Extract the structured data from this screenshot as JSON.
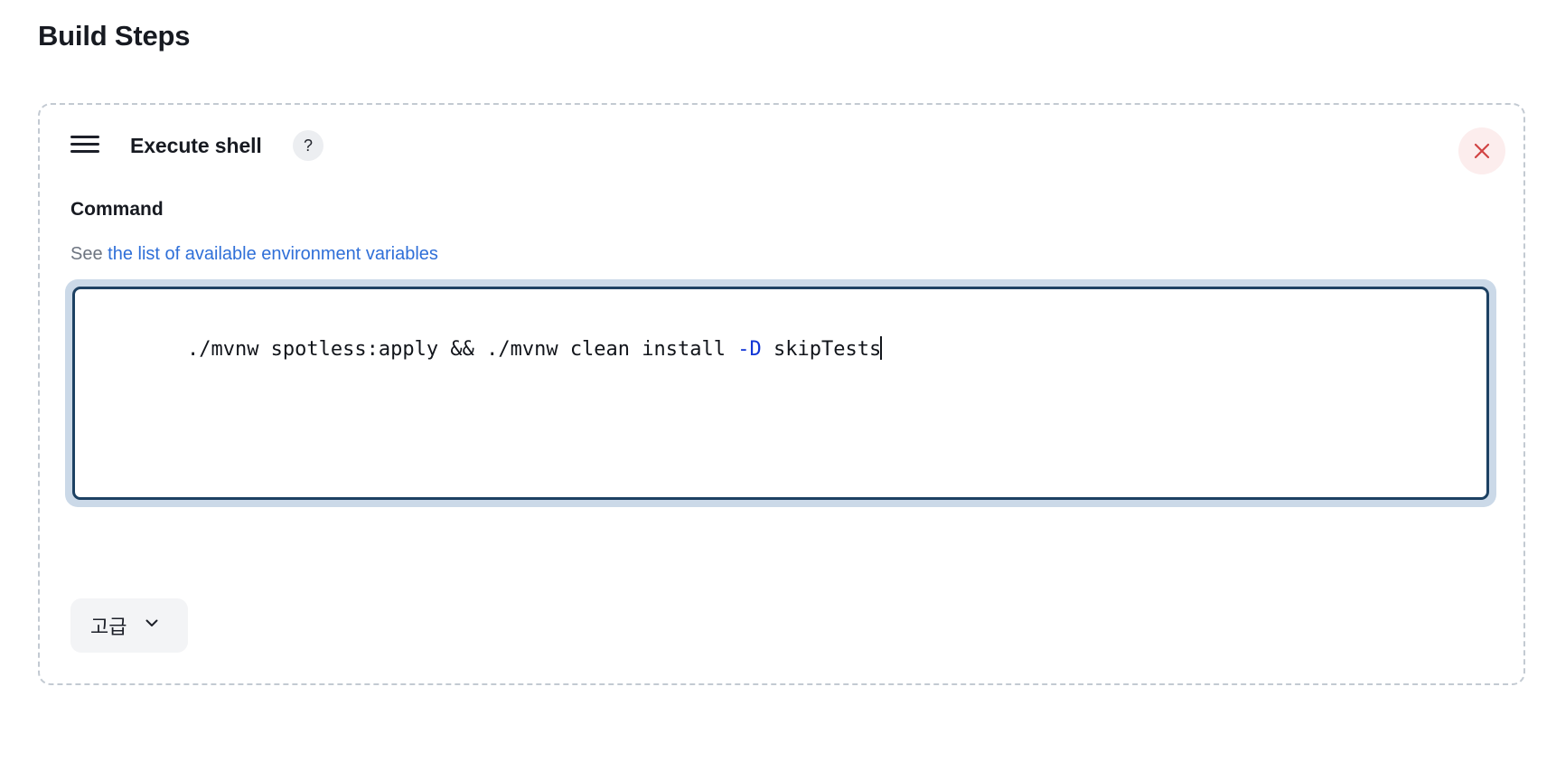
{
  "page": {
    "title": "Build Steps"
  },
  "step": {
    "drag_handle_icon": "hamburger-drag-icon",
    "name": "Execute shell",
    "help_badge_label": "?",
    "close_icon": "close-x-icon",
    "close_label": "",
    "accent_colors": {
      "link": "#2f6fd8",
      "focus_ring": "#cbd9e8",
      "textarea_border": "#1d4163",
      "close_bg": "#fceded",
      "close_icon": "#d14343",
      "dashed_border": "#c3cad2",
      "badge_bg": "#eceef1",
      "advanced_bg": "#f3f4f6",
      "flag_text": "#1236d6"
    },
    "command": {
      "label": "Command",
      "help_prefix": "See ",
      "help_link_text": "the list of available environment variables",
      "value_prefix": "./mvnw spotless:apply && ./mvnw clean install ",
      "value_flag": "-D",
      "value_suffix": " skipTests",
      "full_value": "./mvnw spotless:apply && ./mvnw clean install -D skipTests",
      "placeholder": ""
    },
    "advanced": {
      "label": "고급",
      "chevron_icon": "chevron-down-icon"
    }
  }
}
